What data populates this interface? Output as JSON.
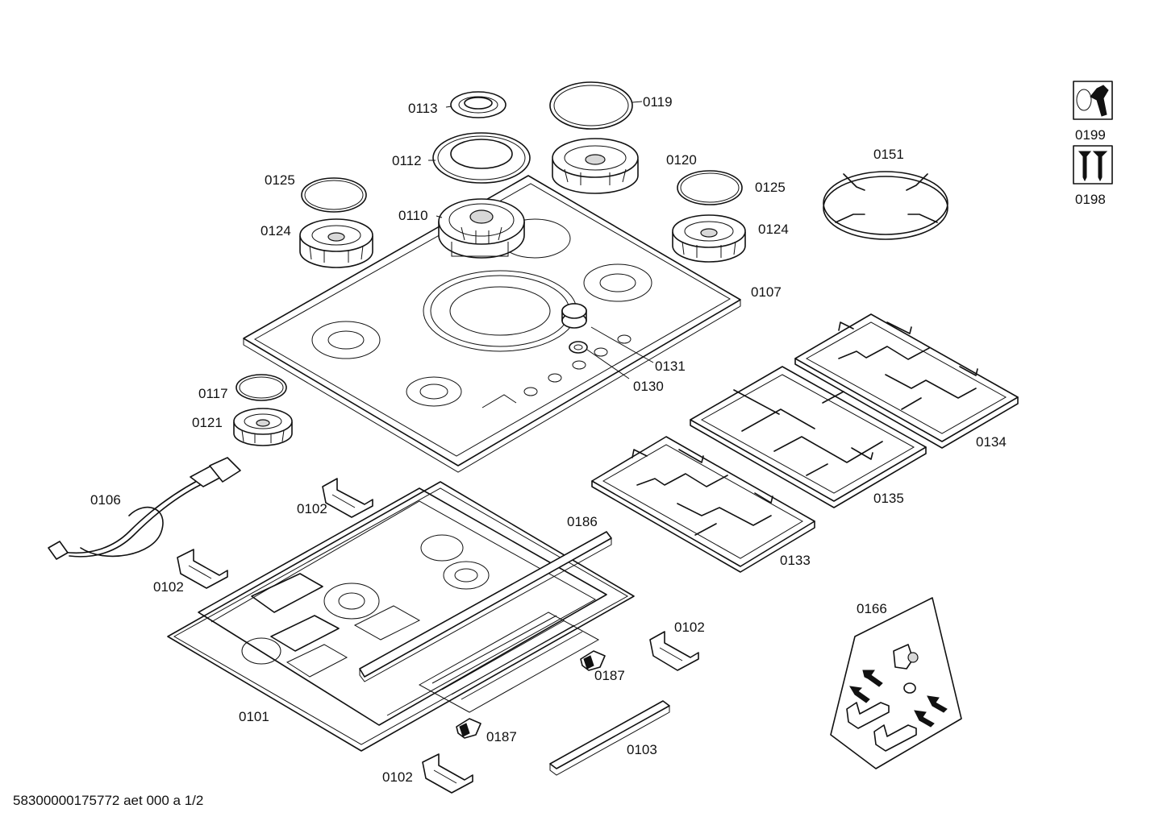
{
  "diagram": {
    "footer": "58300000175772 aet 000 a 1/2",
    "labels": {
      "p0113": "0113",
      "p0119": "0119",
      "p0112": "0112",
      "p0125a": "0125",
      "p0120": "0120",
      "p0125b": "0125",
      "p0110": "0110",
      "p0124a": "0124",
      "p0124b": "0124",
      "p0151": "0151",
      "p0199": "0199",
      "p0198": "0198",
      "p0107": "0107",
      "p0131": "0131",
      "p0130": "0130",
      "p0117": "0117",
      "p0121": "0121",
      "p0134": "0134",
      "p0106": "0106",
      "p0102a": "0102",
      "p0186": "0186",
      "p0135": "0135",
      "p0102b": "0102",
      "p0133": "0133",
      "p0166": "0166",
      "p0102c": "0102",
      "p0187a": "0187",
      "p0101": "0101",
      "p0187b": "0187",
      "p0103": "0103",
      "p0102d": "0102"
    }
  }
}
